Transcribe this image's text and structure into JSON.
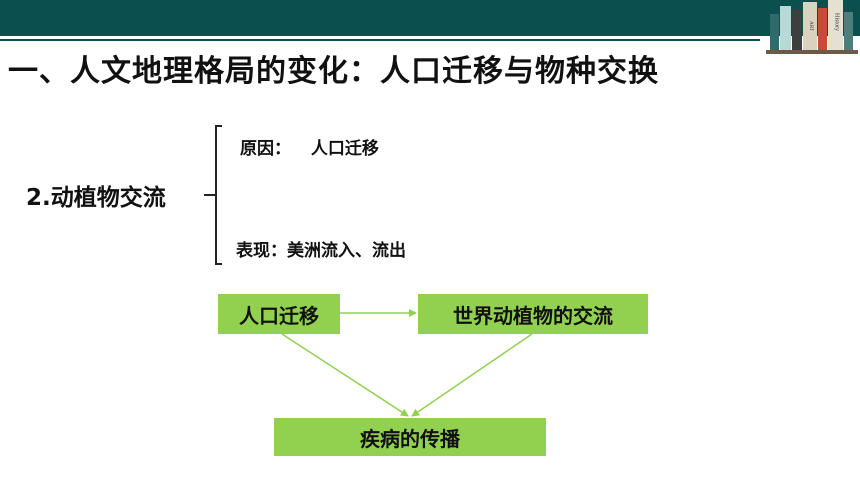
{
  "slide": {
    "title": "一、人文地理格局的变化：人口迁移与物种交换",
    "section": {
      "label": "2.动植物交流",
      "cause_label": "原因：",
      "cause_value": "人口迁移",
      "manifestation": "表现：美洲流入、流出"
    },
    "flow": {
      "node_migration": "人口迁移",
      "node_exchange": "世界动植物的交流",
      "node_disease": "疾病的传播"
    },
    "decoration": {
      "book_spine_1": "History",
      "book_spine_2": "ART"
    }
  },
  "colors": {
    "header": "#0c4f4f",
    "node_fill": "#92d050",
    "arrow": "#92d050"
  }
}
